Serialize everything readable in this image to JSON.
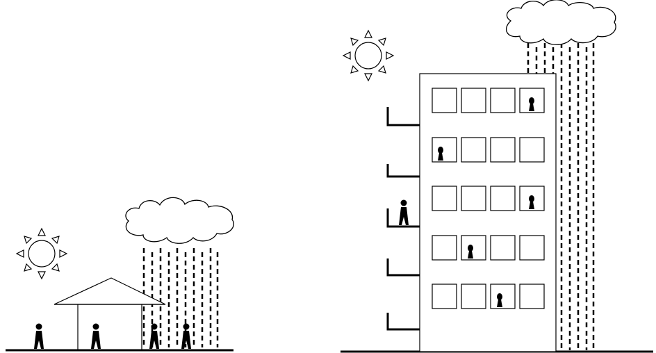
{
  "scenes": [
    {
      "id": "low-rise",
      "elements": [
        "sun-icon",
        "cloud-icon",
        "rain",
        "house",
        "ground",
        "person-icon",
        "person-icon",
        "person-icon",
        "person-icon"
      ]
    },
    {
      "id": "high-rise",
      "elements": [
        "sun-icon",
        "cloud-icon",
        "rain",
        "apartment-building",
        "balconies",
        "windows",
        "ground"
      ],
      "building": {
        "floors": 5,
        "windows_per_floor": 4,
        "balconies": 5
      }
    }
  ],
  "colors": {
    "stroke": "#000000",
    "fill": "#ffffff",
    "figure": "#000000"
  }
}
